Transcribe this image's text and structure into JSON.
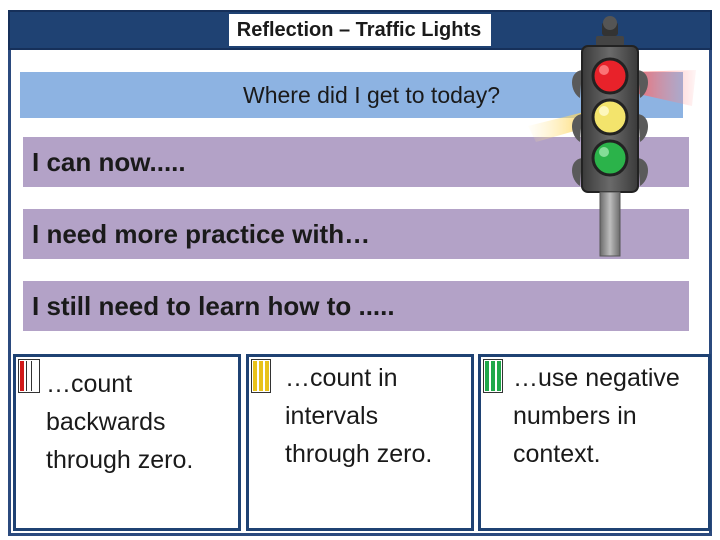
{
  "title": "Reflection – Traffic Lights",
  "question": "Where did I get to today?",
  "prompts": [
    "I can now.....",
    "I need more practice with…",
    "I still need to learn how to ....."
  ],
  "boxes": [
    {
      "lines": [
        "…count",
        "backwards",
        "through zero."
      ],
      "marker_color": "#d11a1a",
      "marker_count": 3
    },
    {
      "lines": [
        "…count in",
        "intervals",
        "through zero."
      ],
      "marker_color": "#e8c21a",
      "marker_count": 3
    },
    {
      "lines": [
        "…use negative",
        "numbers in",
        "context."
      ],
      "marker_color": "#1fa84a",
      "marker_count": 3
    }
  ],
  "colors": {
    "title_bar": "#1f4273",
    "question_band": "#8db3e2",
    "prompt_band": "#b3a2c7",
    "light_red": "#e8222a",
    "light_amber": "#f3e46c",
    "light_green": "#2bb34a"
  },
  "icons": [
    "traffic-light-icon"
  ]
}
